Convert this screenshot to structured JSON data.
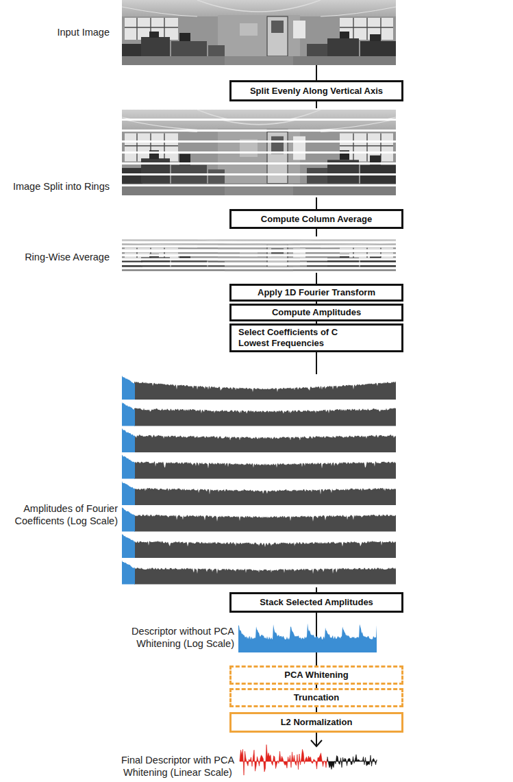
{
  "diagram": {
    "nodes": [
      {
        "text": [
          "Split Evenly Along Vertical Axis"
        ]
      },
      {
        "text": [
          "Compute Column Average"
        ]
      },
      {
        "text": [
          "Apply 1D Fourier Transform"
        ]
      },
      {
        "text": [
          "Compute Amplitudes"
        ]
      },
      {
        "text": [
          "Select Coefficients of C Lowest Frequencies"
        ]
      },
      {
        "text": [
          "Stack Selected Amplitudes"
        ]
      },
      {
        "text": [
          "PCA Whitening"
        ]
      },
      {
        "text": [
          "Truncation"
        ]
      },
      {
        "text": [
          "L2 Normalization"
        ]
      }
    ],
    "edges": [
      {
        "from": 0,
        "to": 1,
        "arrow": "none"
      },
      {
        "from": 1,
        "to": 2,
        "arrow": "none"
      },
      {
        "from": 2,
        "to": 3,
        "arrow": "none"
      },
      {
        "from": 3,
        "to": 4,
        "arrow": "none"
      },
      {
        "from": 4,
        "to": 5,
        "arrow": "none"
      },
      {
        "from": 5,
        "to": 6,
        "arrow": "none"
      },
      {
        "from": 6,
        "to": 7,
        "arrow": "none"
      },
      {
        "from": 7,
        "to": 8,
        "arrow": "none"
      }
    ],
    "labels": [
      "Input Image",
      "Image Split into Rings",
      "Ring-Wise Average",
      "Amplitudes of Fourier Coefficents (Log Scale)",
      "Descriptor without PCA Whitening (Log Scale)",
      "Final Descriptor with PCA Whitening (Linear Scale)"
    ]
  }
}
